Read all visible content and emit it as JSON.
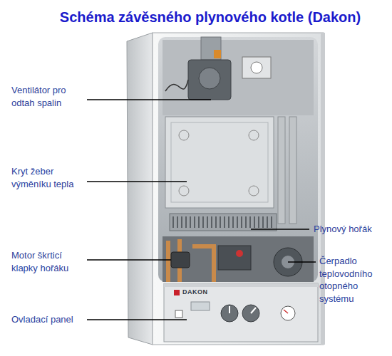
{
  "diagram": {
    "title": "Schéma závěsného plynového kotle (Dakon)",
    "labels": [
      "Ventilátor pro odtah spalin",
      "Kryt žeber výměníku tepla",
      "Plynový hořák",
      "Motor škrticí klapky hořáku",
      "Čerpadlo teplovodního otopného systému",
      "DAKON",
      "Ovladací panel"
    ]
  }
}
